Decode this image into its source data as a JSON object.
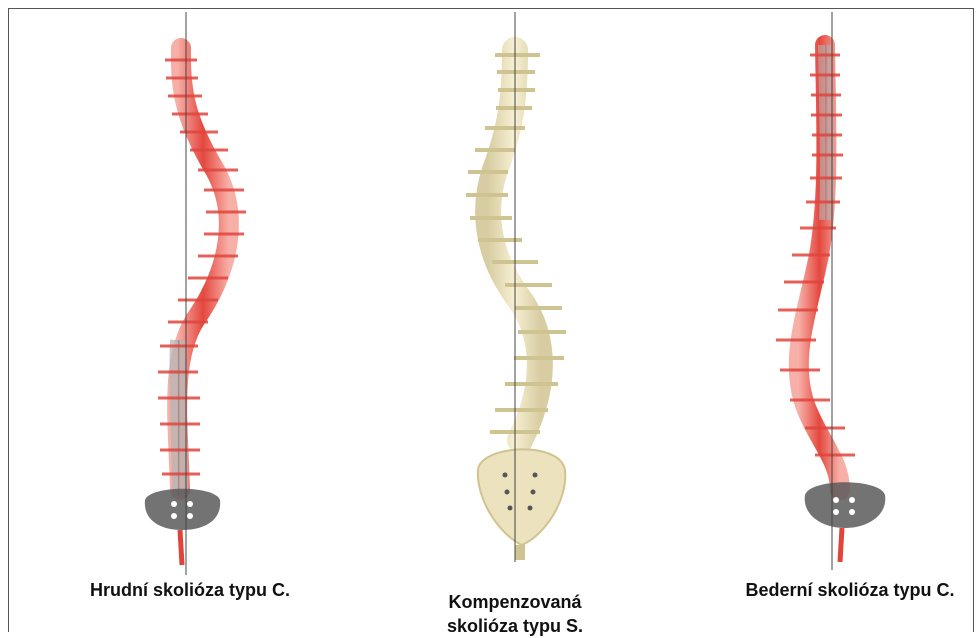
{
  "captions": {
    "left": "Hrudní skolióza typu C.",
    "middle_line1": "Kompenzovaná",
    "middle_line2": "skolióza typu S.",
    "right": "Bederní skolióza typu C."
  },
  "colors": {
    "spine_red": "#e8574f",
    "spine_gray": "#8a8a8a",
    "bone_cream": "#efe6c4",
    "plumb_line": "#444444"
  }
}
